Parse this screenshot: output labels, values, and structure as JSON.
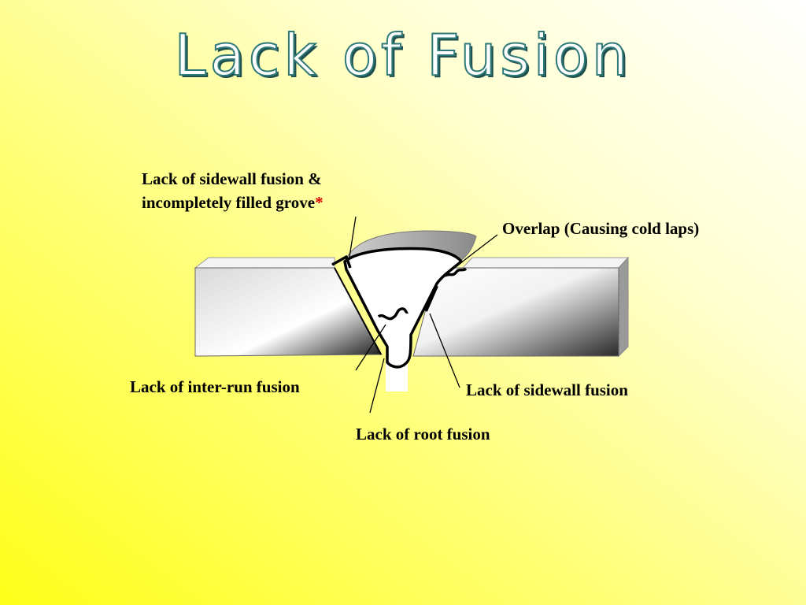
{
  "title": "Lack of Fusion",
  "labels": {
    "sidewall_groove_line1": "Lack of sidewall fusion &",
    "sidewall_groove_line2": "incompletely filled grove",
    "asterisk": "*",
    "overlap": "Overlap (Causing cold laps)",
    "inter_run": "Lack of inter-run fusion",
    "sidewall": "Lack of sidewall fusion",
    "root": "Lack of root fusion"
  },
  "colors": {
    "title_stroke": "#2f7a78",
    "asterisk": "#e00000",
    "background": "#ffff1a"
  }
}
